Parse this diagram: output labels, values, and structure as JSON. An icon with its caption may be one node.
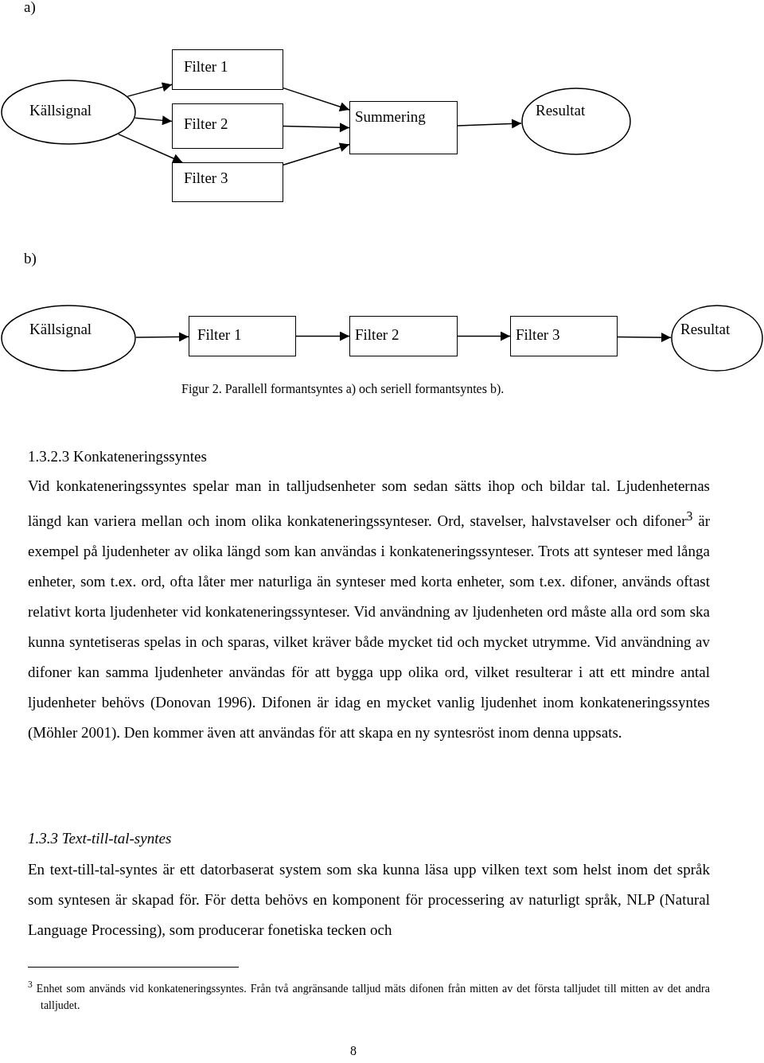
{
  "diagram": {
    "caption": "Figur 2. Parallell formantsyntes a) och seriell formantsyntes b).",
    "nodes": [
      {
        "text": [
          "Källsignal"
        ]
      },
      {
        "text": [
          "Filter 1"
        ]
      },
      {
        "text": [
          "Filter 2"
        ]
      },
      {
        "text": [
          "Filter 3"
        ]
      },
      {
        "text": [
          "Summering"
        ]
      },
      {
        "text": [
          "Resultat"
        ]
      },
      {
        "text": [
          "Källsignal"
        ]
      },
      {
        "text": [
          "Filter 1"
        ]
      },
      {
        "text": [
          "Filter 2"
        ]
      },
      {
        "text": [
          "Filter 3"
        ]
      },
      {
        "text": [
          "Resultat"
        ]
      }
    ],
    "edges": [
      {
        "from": 0,
        "to": 1,
        "arrow": "to"
      },
      {
        "from": 0,
        "to": 2,
        "arrow": "to"
      },
      {
        "from": 0,
        "to": 3,
        "arrow": "to"
      },
      {
        "from": 1,
        "to": 4,
        "arrow": "to"
      },
      {
        "from": 2,
        "to": 4,
        "arrow": "to"
      },
      {
        "from": 3,
        "to": 4,
        "arrow": "to"
      },
      {
        "from": 4,
        "to": 5,
        "arrow": "to"
      },
      {
        "from": 6,
        "to": 7,
        "arrow": "to"
      },
      {
        "from": 7,
        "to": 8,
        "arrow": "to"
      },
      {
        "from": 8,
        "to": 9,
        "arrow": "to"
      },
      {
        "from": 9,
        "to": 10,
        "arrow": "to"
      }
    ],
    "labels": [
      "a)",
      "b)",
      "1.3.2.3 Konkateneringssyntes",
      "Vid konkateneringssyntes spelar man in talljudsenheter som sedan sätts ihop och bildar tal. Ljudenheternas längd kan variera mellan och inom olika konkateneringssynteser. Ord, stavelser, halvstavelser och difoner$^{3}$ är exempel på ljudenheter av olika längd som kan användas i konkateneringssynteser. Trots att synteser med långa enheter, som t.ex. ord, ofta låter mer naturliga än synteser med korta enheter, som t.ex. difoner, används oftast relativt korta ljudenheter vid konkateneringssynteser. Vid användning av ljudenheten ord måste alla ord som ska kunna syntetiseras spelas in och sparas, vilket kräver både mycket tid och mycket utrymme. Vid användning av difoner kan samma ljudenheter användas för att bygga upp olika ord, vilket resulterar i att ett mindre antal ljudenheter behövs (Donovan 1996). Difonen är idag en mycket vanlig ljudenhet inom konkateneringssyntes (Möhler 2001). Den kommer även att användas för att skapa en ny syntesröst inom denna uppsats.",
      "1.3.3 Text-till-tal-syntes",
      "En text-till-tal-syntes är ett datorbaserat system som ska kunna läsa upp vilken text som helst inom det språk som syntesen är skapad för. För detta behövs en komponent för processering av naturligt språk, NLP (Natural Language Processing), som producerar fonetiska tecken och",
      "$^{3}$ Enhet som används vid konkateneringssyntes. Från två angränsande talljud mäts difonen från mitten av det första talljudet till mitten av det andra talljudet.",
      "8"
    ]
  }
}
